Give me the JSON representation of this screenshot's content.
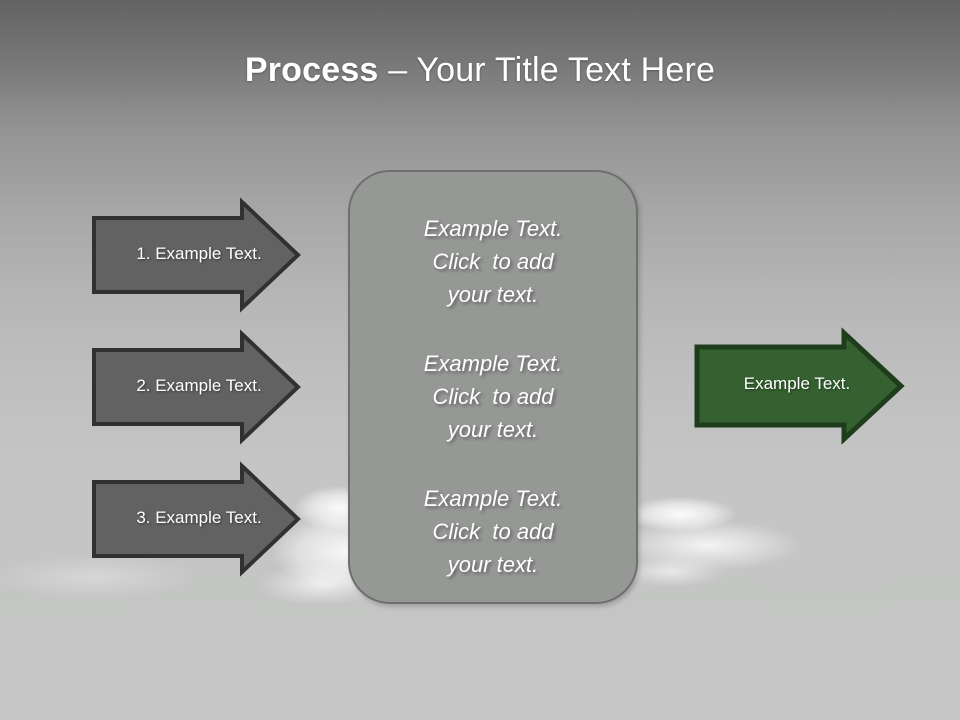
{
  "slide": {
    "title": {
      "strong": "Process",
      "rest": " – Your Title Text Here",
      "full": "Process – Your Title Text Here"
    },
    "background": {
      "sky_top_color": "#636363",
      "ground_color": "#c4c5c4"
    }
  },
  "steps": [
    {
      "label": "1. Example Text.",
      "fill": "#626262",
      "stroke": "#313131"
    },
    {
      "label": "2. Example Text.",
      "fill": "#626262",
      "stroke": "#313131"
    },
    {
      "label": "3. Example Text.",
      "fill": "#626262",
      "stroke": "#313131"
    }
  ],
  "result_arrow": {
    "label": "Example Text.",
    "fill": "#356130",
    "stroke": "#1f3d1c"
  },
  "panel": {
    "fill": "#969896",
    "stroke": "#6e706e",
    "blocks": [
      {
        "line1": "Example Text.",
        "line2": "Click  to add",
        "line3": "your text."
      },
      {
        "line1": "Example Text.",
        "line2": "Click  to add",
        "line3": "your text."
      },
      {
        "line1": "Example Text.",
        "line2": "Click  to add",
        "line3": "your text."
      }
    ]
  }
}
